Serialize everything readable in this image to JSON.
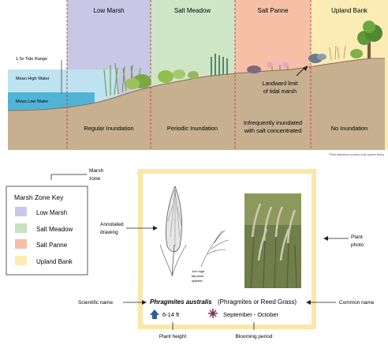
{
  "zones": [
    {
      "name": "Low Marsh",
      "color": "#c8c8e6",
      "inundation": "Regular Inundation"
    },
    {
      "name": "Salt Meadow",
      "color": "#cfe6c6",
      "inundation": "Periodic Inundation"
    },
    {
      "name": "Salt Panne",
      "color": "#f6c0a6",
      "inundation_line1": "Infrequently inundated",
      "inundation_line2": "with salt concentrated"
    },
    {
      "name": "Upland Bank",
      "color": "#fbecb6",
      "inundation": "No Inundation"
    }
  ],
  "tide": {
    "range_label": "1.5x Tide Range",
    "mean_high": "Mean High Water",
    "mean_low": "Mean Low Water"
  },
  "landward_limit_line1": "Landward limit",
  "landward_limit_line2": "of tidal marsh",
  "credit": "*Plant depictions courtesy of ian.symbol library",
  "key": {
    "title": "Marsh Zone Key",
    "items": [
      {
        "label": "Low Marsh",
        "color": "#c8c8e6"
      },
      {
        "label": "Salt Meadow",
        "color": "#c6e2bf"
      },
      {
        "label": "Salt Panne",
        "color": "#f6c0a6"
      },
      {
        "label": "Upland Bank",
        "color": "#fbecb6"
      }
    ]
  },
  "callouts": {
    "marsh_zone_line1": "Marsh",
    "marsh_zone_line2": "zone",
    "annotated_line1": "Annotated",
    "annotated_line2": "drawing",
    "plant_photo_line1": "Plant",
    "plant_photo_line2": "photo",
    "scientific_name": "Scientific name",
    "common_name": "Common name",
    "plant_height": "Plant height",
    "blooming_period": "Blooming period"
  },
  "card": {
    "frame_color": "#fbe7a8",
    "scientific": "Phragmites australis",
    "common": "(Phragmites or Reed Grass)",
    "height": "6-14 ft",
    "bloom": "September - October",
    "drawing_note_line1": "1cm high",
    "drawing_note_line2": "tall plant",
    "drawing_note_line3": "spikelet"
  }
}
